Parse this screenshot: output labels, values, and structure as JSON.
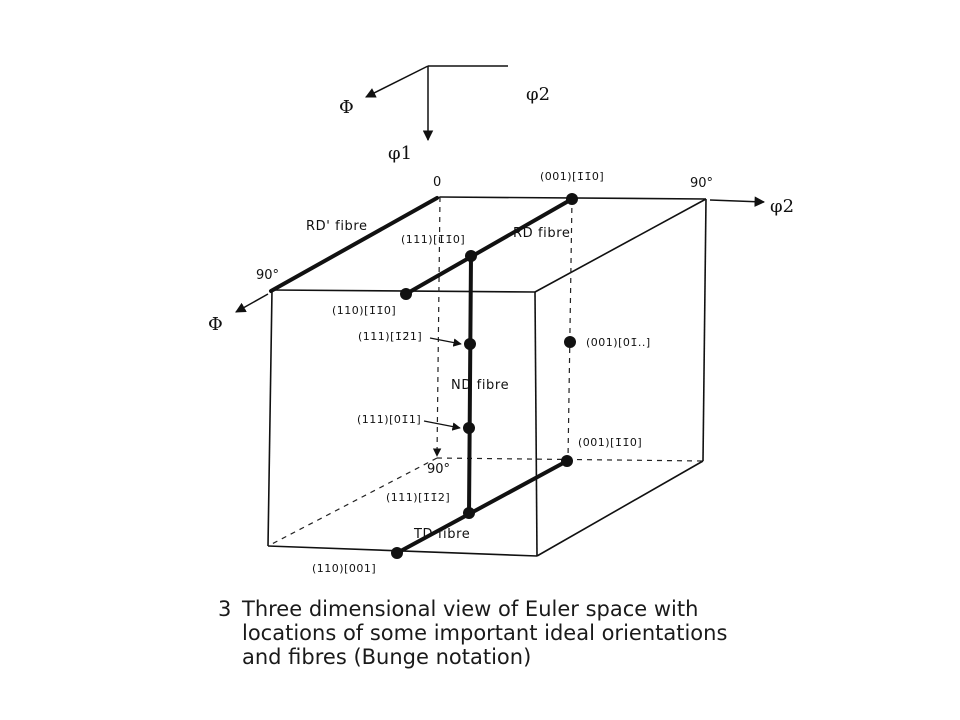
{
  "figure": {
    "axes_key": {
      "phi_label": "Φ",
      "phi2_label": "φ2",
      "phi1_label": "φ1"
    },
    "corner_labels": {
      "origin": "0",
      "phi2_90": "90°",
      "phi_90": "90°",
      "phi1_90": "90°"
    },
    "axis_out_labels": {
      "phi2": "φ2",
      "phi": "Φ"
    },
    "orientations": [
      "(001)[1̄1̄0]",
      "(111)[1̄1̄0]",
      "(110)[1̄1̄0]",
      "(111)[1̄2̄1]",
      "(001)[01̄..]",
      "(111)[01̄1]",
      "(001)[1̄1̄0]",
      "(111)[1̄1̄2]",
      "(110)[001]"
    ],
    "fibres": [
      "RD' fibre",
      "RD fibre",
      "ND fibre",
      "TD fibre"
    ]
  },
  "caption": {
    "number": "3",
    "lines": [
      "Three dimensional view of Euler space with",
      "locations of some important ideal orientations",
      "and fibres (Bunge notation)"
    ]
  }
}
